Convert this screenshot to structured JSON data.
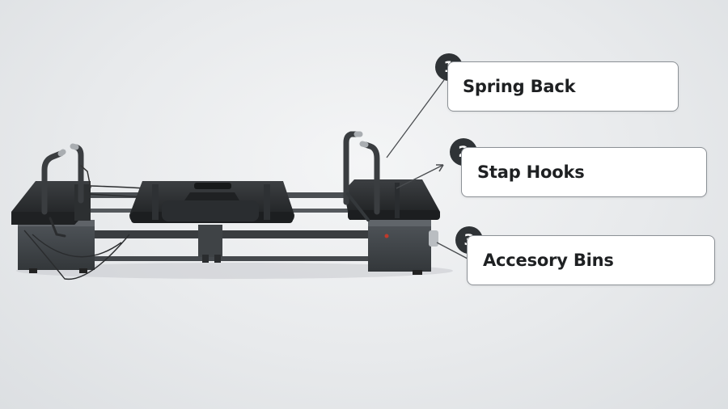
{
  "callouts": [
    {
      "number": "1",
      "label": "Spring Back"
    },
    {
      "number": "2",
      "label": "Stap Hooks"
    },
    {
      "number": "3",
      "label": "Accesory Bins"
    }
  ],
  "colors": {
    "frame": "#3a3d40",
    "pad": "#232527",
    "badge": "#2f3336",
    "callout_border": "#8c9196",
    "leader_line": "#4a4d50"
  }
}
